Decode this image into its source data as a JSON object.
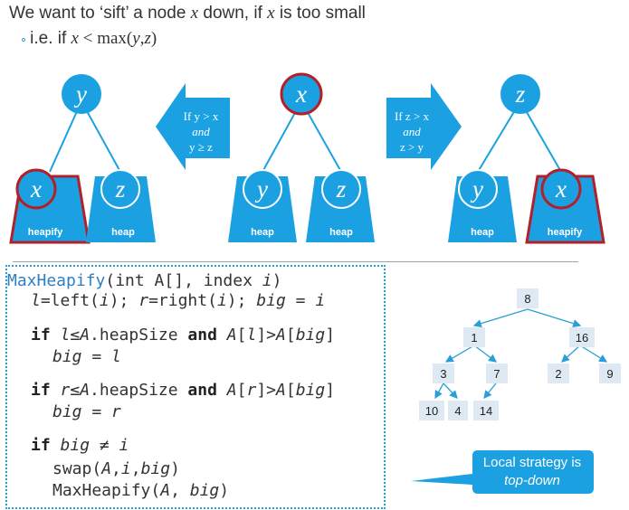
{
  "heading": {
    "prefix": "We want to ‘sift’ a node ",
    "var": "x",
    "suffix": " down, if ",
    "var2": "x",
    "end": " is too small"
  },
  "subheading": {
    "bullet": "∘",
    "prefix": "i.e. if ",
    "var": "x",
    "op": " < max(",
    "a": "y",
    "comma": ",",
    "b": "z",
    "close": ")"
  },
  "trees": {
    "left": {
      "root": "y",
      "left_child": "x",
      "right_child": "z",
      "left_label": "heapify",
      "right_label": "heap"
    },
    "middle": {
      "root": "x",
      "left_child": "y",
      "right_child": "z",
      "left_label": "heap",
      "right_label": "heap"
    },
    "right": {
      "root": "z",
      "left_child": "y",
      "right_child": "x",
      "left_label": "heap",
      "right_label": "heapify"
    }
  },
  "arrows": {
    "left": {
      "line1": "If y > x",
      "line2": "and",
      "line3": "y ≥ z"
    },
    "right": {
      "line1": "If z > x",
      "line2": "and",
      "line3": "z > y"
    }
  },
  "code": {
    "line1": {
      "fn": "MaxHeapify",
      "rest1": "(int A[], index ",
      "i": "i",
      "rest2": ")"
    },
    "line2": {
      "a": "l",
      "b": "=left(",
      "c": "i",
      "d": "); ",
      "e": "r",
      "f": "=right(",
      "g": "i",
      "h": "); ",
      "j": "big",
      "k": " = ",
      "m": "i"
    },
    "line3": {
      "kw1": "if ",
      "a": "l",
      "b": "≤",
      "c": "A",
      "d": ".heapSize ",
      "kw2": "and",
      "e": " ",
      "f": "A",
      "g": "[",
      "h": "l",
      "j": "]>",
      "k": "A",
      "m": "[",
      "n": "big",
      "o": "]"
    },
    "line4": {
      "a": "big",
      "b": " = ",
      "c": "l"
    },
    "line5": {
      "kw1": "if ",
      "a": "r",
      "b": "≤",
      "c": "A",
      "d": ".heapSize ",
      "kw2": "and",
      "e": " ",
      "f": "A",
      "g": "[",
      "h": "r",
      "j": "]>",
      "k": "A",
      "m": "[",
      "n": "big",
      "o": "]"
    },
    "line6": {
      "a": "big",
      "b": " = ",
      "c": "r"
    },
    "line7": {
      "kw1": "if ",
      "a": "big",
      "b": " ≠ ",
      "c": "i"
    },
    "line8": {
      "a": "swap(",
      "b": "A",
      "c": ",",
      "d": "i",
      "e": ",",
      "f": "big",
      "g": ")"
    },
    "line9": {
      "a": "MaxHeapify(",
      "b": "A",
      "c": ", ",
      "d": "big",
      "e": ")"
    }
  },
  "heap": {
    "n8": "8",
    "n1": "1",
    "n16": "16",
    "n3": "3",
    "n7": "7",
    "n2": "2",
    "n9": "9",
    "n10": "10",
    "n4": "4",
    "n14": "14"
  },
  "callout": {
    "line1": "Local strategy is",
    "line2": "top-down"
  },
  "colors": {
    "node_blue": "#1ba1e2",
    "highlight_red": "#b0212b",
    "arrow_blue": "#1ba1e2",
    "heap_box": "#dfe9f3"
  }
}
